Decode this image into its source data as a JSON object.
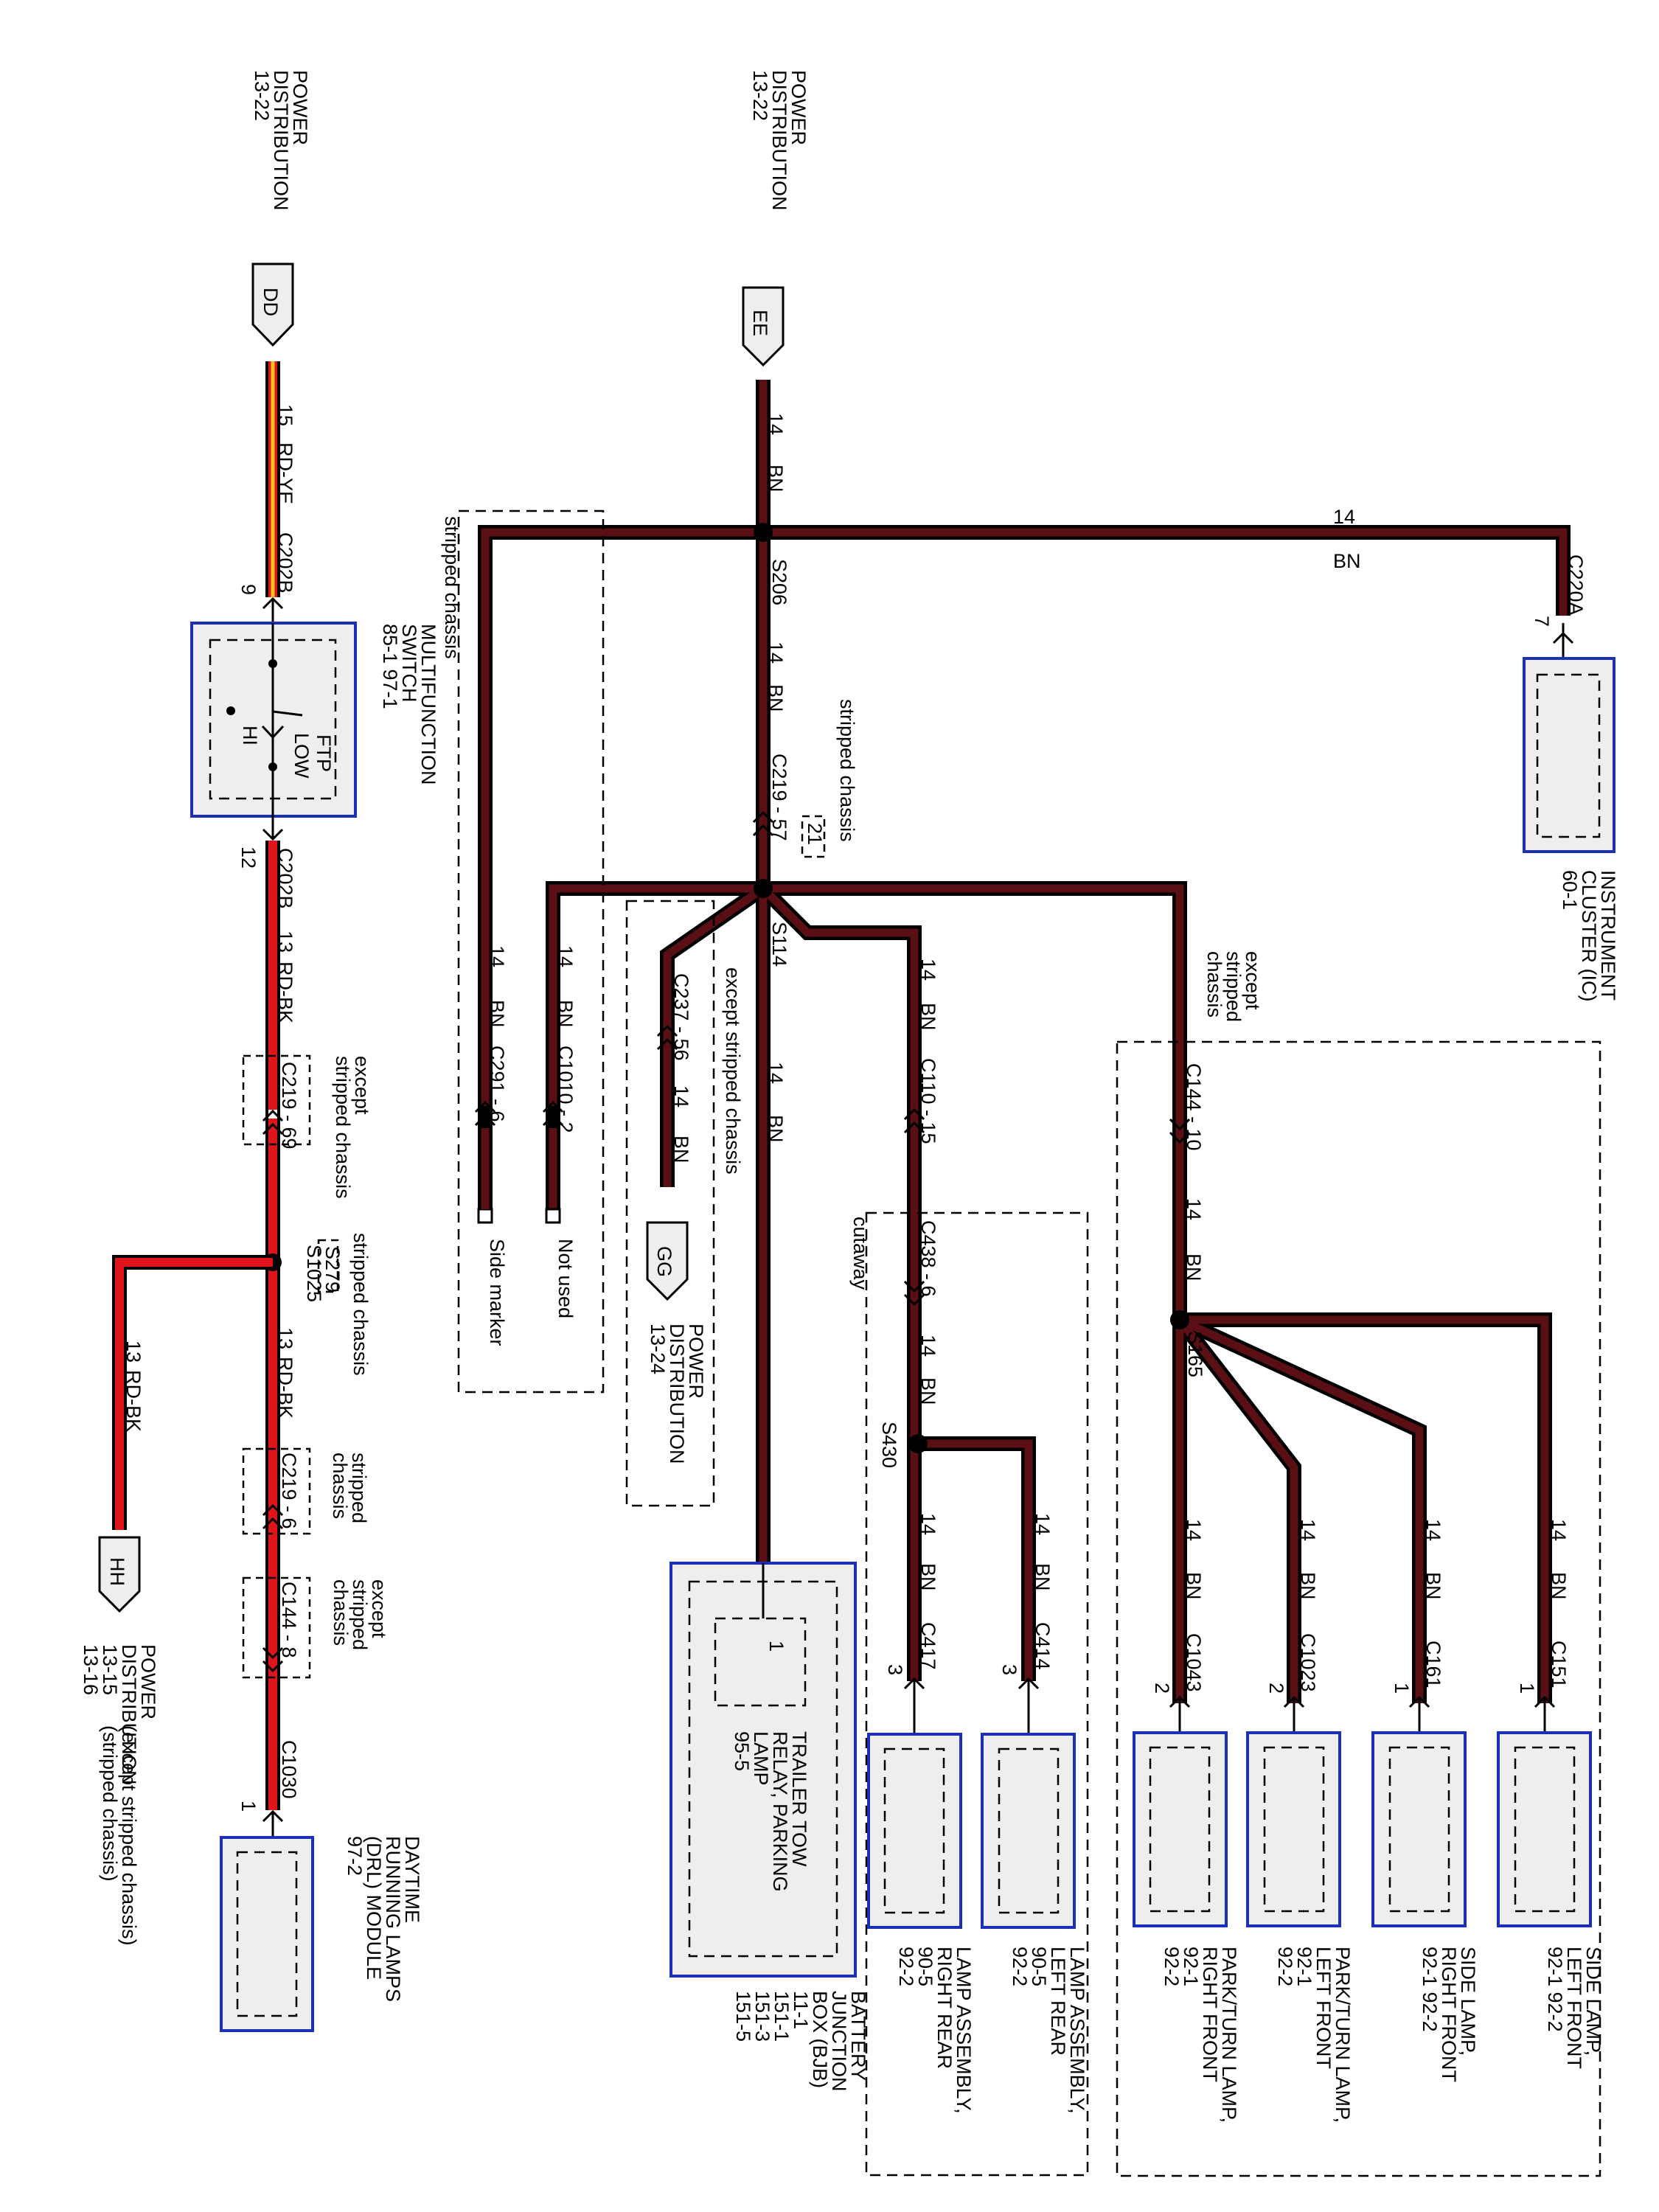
{
  "sources": {
    "pd_left": {
      "lines": [
        "POWER",
        "DISTRIBUTION",
        "13-22"
      ]
    },
    "pd_mid": {
      "lines": [
        "POWER",
        "DISTRIBUTION",
        "13-22"
      ]
    },
    "pd_gg": {
      "lines": [
        "POWER",
        "DISTRIBUTION",
        "13-24"
      ]
    },
    "pd_hh": {
      "lines": [
        "POWER",
        "DISTRIBUTION",
        "13-15",
        "13-16"
      ],
      "notes": [
        "(except stripped chassis)",
        "(stripped chassis)"
      ]
    }
  },
  "flags": {
    "dd": "DD",
    "ee": "EE",
    "gg": "GG",
    "hh": "HH"
  },
  "wires": {
    "w_dd": {
      "gauge": "15",
      "color": "RD-YE"
    },
    "w_12": {
      "gauge": "13",
      "color": "RD-BK"
    },
    "w_s1025": {
      "gauge": "13",
      "color": "RD-BK"
    },
    "w_hh": {
      "gauge": "13",
      "color": "RD-BK"
    },
    "w_ee": {
      "gauge": "14",
      "color": "BN"
    },
    "w_top": {
      "gauge": "14",
      "color": "BN"
    },
    "w_s206": {
      "gauge": "14",
      "color": "BN"
    },
    "w_c291": {
      "gauge": "14",
      "color": "BN"
    },
    "w_c1010": {
      "gauge": "14",
      "color": "BN"
    },
    "w_c237": {
      "gauge": "14",
      "color": "BN"
    },
    "w_s114": {
      "gauge": "14",
      "color": "BN"
    },
    "w_c110": {
      "gauge": "14",
      "color": "BN"
    },
    "w_c438": {
      "gauge": "14",
      "color": "BN"
    },
    "w_c417": {
      "gauge": "14",
      "color": "BN"
    },
    "w_c414": {
      "gauge": "14",
      "color": "BN"
    },
    "w_c144": {
      "gauge": "14",
      "color": "BN"
    },
    "w_c1043": {
      "gauge": "14",
      "color": "BN"
    },
    "w_c1023": {
      "gauge": "14",
      "color": "BN"
    },
    "w_c161": {
      "gauge": "14",
      "color": "BN"
    },
    "w_c151": {
      "gauge": "14",
      "color": "BN"
    }
  },
  "connectors": {
    "c202b_top": {
      "name": "C202B",
      "pin": "9"
    },
    "c202b_bot": {
      "name": "C202B",
      "pin": "12"
    },
    "c219_69": "C219 - 69",
    "c219_6": "C219 - 6",
    "c144_8": "C144 - 8",
    "c1030": {
      "name": "C1030",
      "pin": "1"
    },
    "c220a": {
      "name": "C220A",
      "pin": "7"
    },
    "c219_57": "C219 - 57",
    "c291_6": "C291 - 6",
    "c1010_2": "C1010 - 2",
    "c237_56": "C237 - 56",
    "c110_15": "C110 - 15",
    "c438_6": "C438 - 6",
    "c417": {
      "name": "C417",
      "pin": "3"
    },
    "c414": {
      "name": "C414",
      "pin": "3"
    },
    "c144_10": "C144 - 10",
    "c1043": {
      "name": "C1043",
      "pin": "2"
    },
    "c1023": {
      "name": "C1023",
      "pin": "2"
    },
    "c161": {
      "name": "C161",
      "pin": "1"
    },
    "c151": {
      "name": "C151",
      "pin": "1"
    }
  },
  "splices": {
    "s206": "S206",
    "s114": "S114",
    "s1025": "S1025",
    "s279": "S279",
    "s165": "S165",
    "s430": "S430",
    "alt21": "21"
  },
  "notes": {
    "except_stripped_1": [
      "except",
      "stripped chassis"
    ],
    "stripped_s279": "stripped chassis",
    "stripped_c219_6": [
      "stripped",
      "chassis"
    ],
    "except_stripped_c144": [
      "except",
      "stripped",
      "chassis"
    ],
    "stripped_chassis_box": "stripped chassis",
    "stripped_chassis_c219": "stripped chassis",
    "except_stripped_c237": "except stripped chassis",
    "except_stripped_c144_10": [
      "except",
      "stripped",
      "chassis"
    ],
    "cutaway": "cutaway",
    "side_marker": "Side marker",
    "not_used": "Not used"
  },
  "components": {
    "multifunction": {
      "title": [
        "MULTIFUNCTION",
        "SWITCH"
      ],
      "refs": "85-1      97-1",
      "ftp": "FTP",
      "low": "LOW",
      "hi": "HI"
    },
    "drl": {
      "lines": [
        "DAYTIME",
        "RUNNING LAMPS",
        "(DRL) MODULE",
        "97-2"
      ]
    },
    "ic": {
      "lines": [
        "INSTRUMENT",
        "CLUSTER (IC)",
        "60-1"
      ]
    },
    "bjb": {
      "lines": [
        "BATTERY",
        "JUNCTION",
        "BOX (BJB)",
        "11-1",
        "151-1",
        "151-3",
        "151-5"
      ]
    },
    "relay": {
      "lines": [
        "TRAILER TOW",
        "RELAY, PARKING",
        "LAMP",
        "95-5"
      ],
      "pin": "1"
    },
    "lamp_rr": {
      "lines": [
        "LAMP ASSEMBLY,",
        "RIGHT REAR",
        "90-5",
        "92-2"
      ]
    },
    "lamp_lr": {
      "lines": [
        "LAMP ASSEMBLY,",
        "LEFT REAR",
        "90-5",
        "92-2"
      ]
    },
    "park_rf": {
      "lines": [
        "PARK/TURN LAMP,",
        "RIGHT FRONT",
        "92-1",
        "92-2"
      ]
    },
    "park_lf": {
      "lines": [
        "PARK/TURN LAMP,",
        "LEFT FRONT",
        "92-1",
        "92-2"
      ]
    },
    "side_rf": {
      "lines": [
        "SIDE LAMP,",
        "RIGHT FRONT",
        "92-1      92-2"
      ]
    },
    "side_lf": {
      "lines": [
        "SIDE LAMP,",
        "LEFT FRONT",
        "92-1      92-2"
      ]
    }
  }
}
